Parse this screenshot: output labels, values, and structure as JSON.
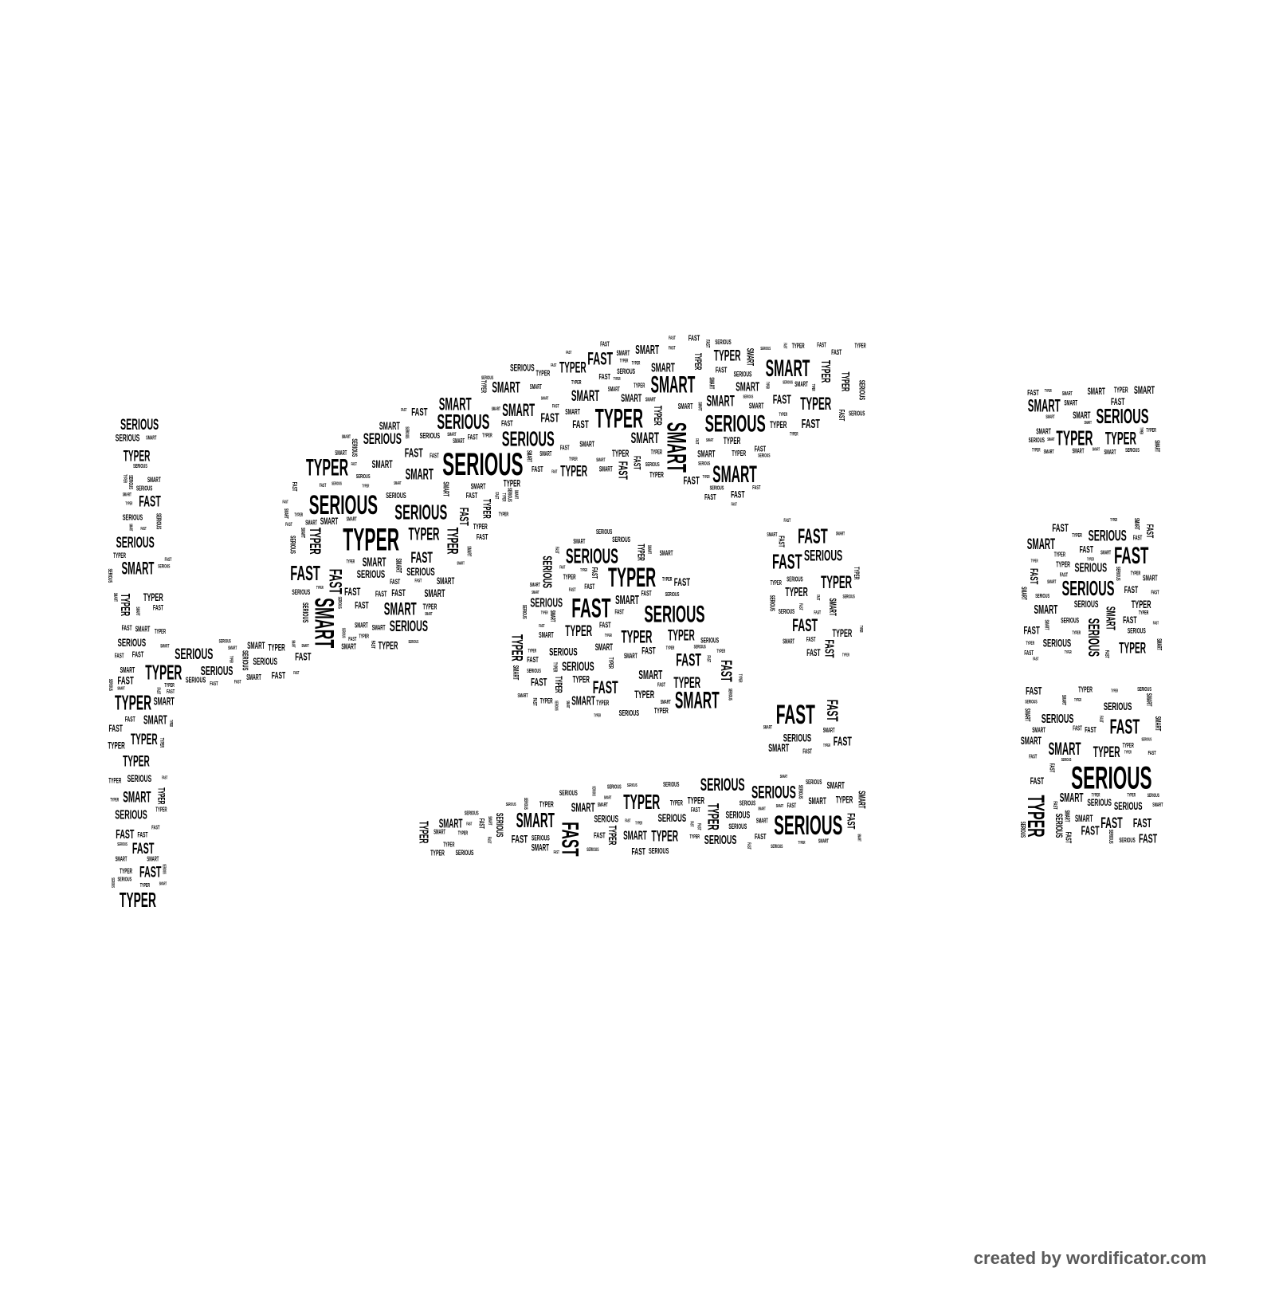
{
  "words": [
    "FAST",
    "SMART",
    "TYPER",
    "SERIOUS"
  ],
  "colors": {
    "ink": "#000000",
    "background": "#ffffff",
    "credit": "#5a5a5a"
  },
  "credit": "created by wordificator.com"
}
